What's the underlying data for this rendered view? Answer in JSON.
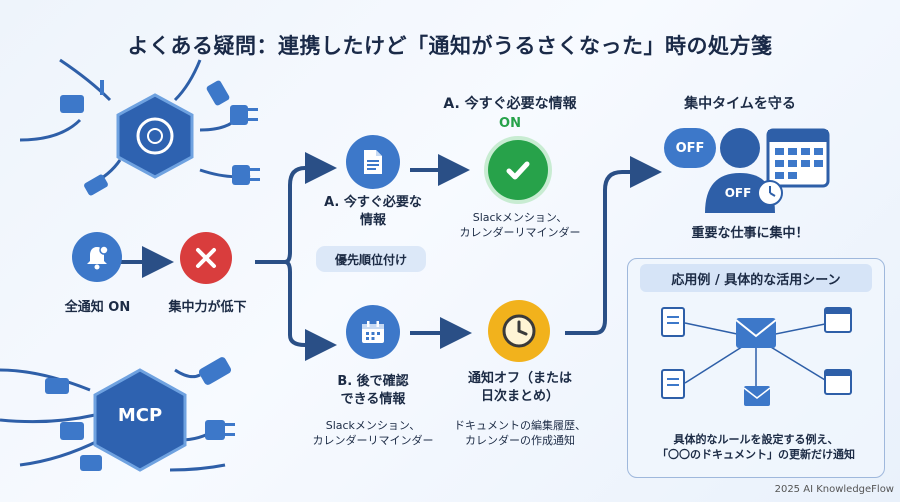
{
  "title": "よくある疑問：連携したけど「通知がうるさくなった」時の処方箋",
  "left": {
    "all_notify_label": "全通知 ON",
    "focus_down_label": "集中力が低下",
    "mcp_label": "MCP"
  },
  "branch_top": {
    "node_label_line1": "A. 今すぐ必要な",
    "node_label_line2": "情報"
  },
  "priority_pill": "優先順位付け",
  "branch_bottom": {
    "node_label_line1": "B. 後で確認",
    "node_label_line2": "できる情報",
    "desc_line1": "Slackメンション、",
    "desc_line2": "カレンダーリマインダー"
  },
  "result_on": {
    "header": "A. 今すぐ必要な情報",
    "state": "ON",
    "desc_line1": "Slackメンション、",
    "desc_line2": "カレンダーリマインダー"
  },
  "result_off": {
    "label_line1": "通知オフ（または",
    "label_line2": "日次まとめ）",
    "desc_line1": "ドキュメントの編集履歴、",
    "desc_line2": "カレンダーの作成通知"
  },
  "focus_time": {
    "title": "集中タイムを守る",
    "off_badge": "OFF",
    "off_badge_small": "OFF",
    "caption": "重要な仕事に集中！"
  },
  "usecase": {
    "title": "応用例 / 具体的な活用シーン",
    "desc_line1": "具体的なルールを設定する例え、",
    "desc_line2": "「〇〇のドキュメント」の更新だけ通知"
  },
  "footer": "2025 AI KnowledgeFlow",
  "colors": {
    "accent": "#2a5a9a",
    "blue": "#3d78c9",
    "red": "#d93d3d",
    "green": "#27a24a",
    "yellow": "#f2b21c",
    "arrow": "#2a4f86"
  }
}
